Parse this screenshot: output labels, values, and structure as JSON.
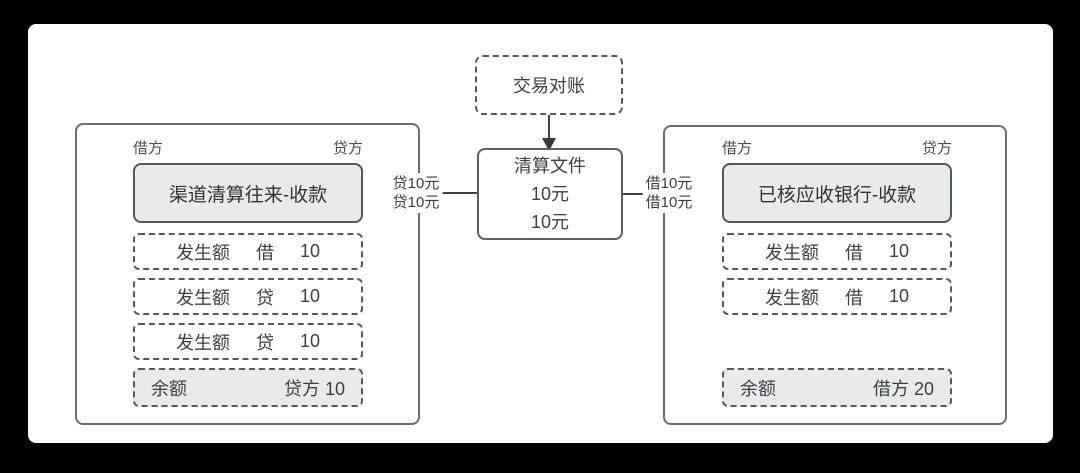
{
  "top_box": {
    "label": "交易对账"
  },
  "center_box": {
    "line1": "清算文件",
    "line2": "10元",
    "line3": "10元"
  },
  "left_arrow_label": {
    "line1": "贷10元",
    "line2": "贷10元"
  },
  "right_arrow_label": {
    "line1": "借10元",
    "line2": "借10元"
  },
  "left_ledger": {
    "debit_label": "借方",
    "credit_label": "贷方",
    "title": "渠道清算往来-收款",
    "rows": [
      {
        "item": "发生额",
        "side": "借",
        "amount": "10"
      },
      {
        "item": "发生额",
        "side": "贷",
        "amount": "10"
      },
      {
        "item": "发生额",
        "side": "贷",
        "amount": "10"
      }
    ],
    "balance": {
      "label": "余额",
      "value": "贷方 10"
    }
  },
  "right_ledger": {
    "debit_label": "借方",
    "credit_label": "贷方",
    "title": "已核应收银行-收款",
    "rows": [
      {
        "item": "发生额",
        "side": "借",
        "amount": "10"
      },
      {
        "item": "发生额",
        "side": "借",
        "amount": "10"
      }
    ],
    "balance": {
      "label": "余额",
      "value": "借方 20"
    }
  },
  "colors": {
    "frame_bg": "#000000",
    "panel_bg": "#ffffff",
    "node_border": "#595959",
    "gray_fill": "#e8eaeb",
    "text": "#3c4043",
    "arrow": "#3a3a3a"
  }
}
